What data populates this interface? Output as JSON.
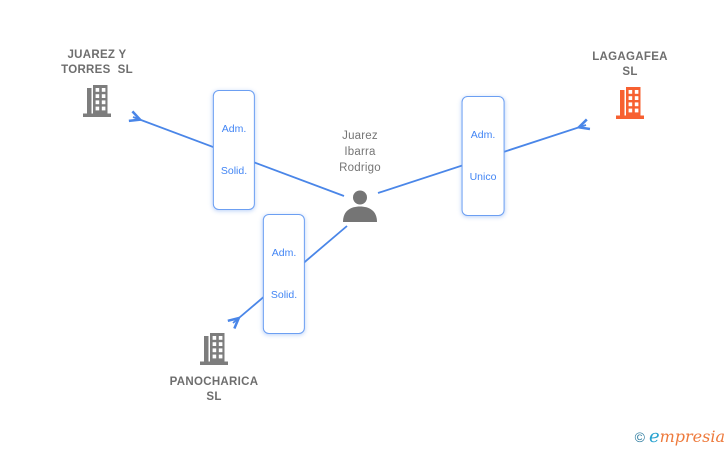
{
  "diagram": {
    "person": {
      "name_lines": [
        "Juarez",
        "Ibarra",
        "Rodrigo"
      ]
    },
    "companies": [
      {
        "name_lines": [
          "JUAREZ Y",
          "TORRES  SL"
        ],
        "icon": "building-icon",
        "color": "#7d7d7d"
      },
      {
        "name_lines": [
          "LAGAGAFEA",
          "SL"
        ],
        "icon": "building-icon",
        "color": "#f76031"
      },
      {
        "name_lines": [
          "PANOCHARICA",
          "SL"
        ],
        "icon": "building-icon",
        "color": "#7d7d7d"
      }
    ],
    "edge_labels": [
      {
        "lines": [
          "Adm.",
          "Solid."
        ]
      },
      {
        "lines": [
          "Adm.",
          "Unico"
        ]
      },
      {
        "lines": [
          "Adm.",
          "Solid."
        ]
      }
    ],
    "colors": {
      "edge": "#4a86e8",
      "node_text": "#6e6e6e",
      "edge_label_text": "#4285f4",
      "edge_label_border": "#6c9ff2",
      "building_gray": "#7d7d7d",
      "building_orange": "#f76031",
      "person_gray": "#757575"
    }
  },
  "footer": {
    "copyright_symbol": "©",
    "brand_first_letter": "e",
    "brand_rest": "mpresia",
    "brand_colors": {
      "copyright": "#2b7a9e",
      "first_letter": "#29a3d0",
      "rest": "#ee7a3c"
    }
  }
}
